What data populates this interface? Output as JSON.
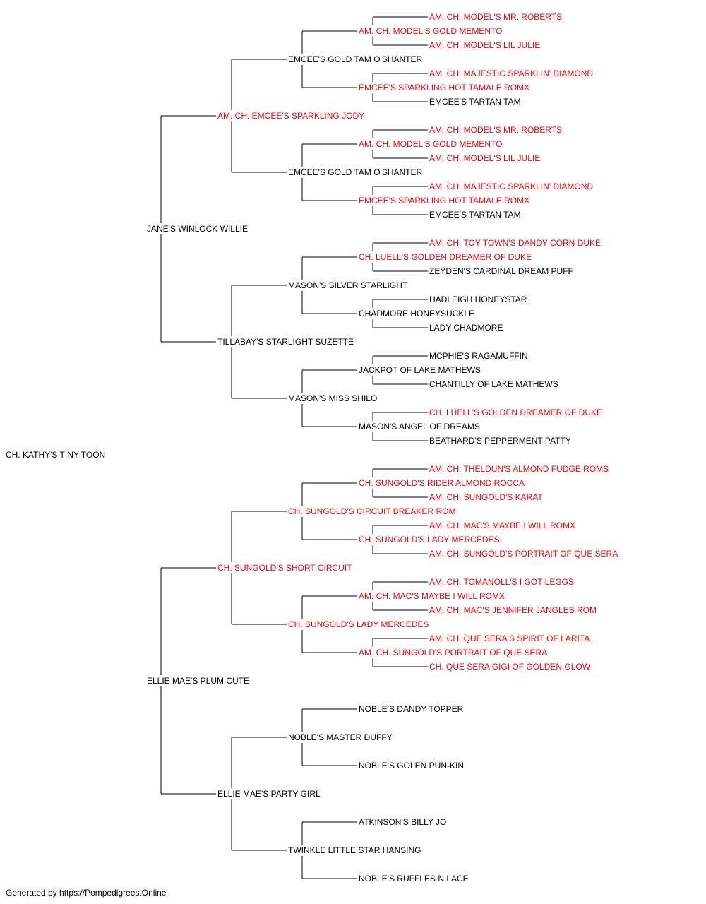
{
  "colors": {
    "champion": "#ff0000",
    "normal": "#000000",
    "line": "#000000"
  },
  "pedigree": {
    "name": "CH. KATHY'S TINY TOON",
    "red": false,
    "sire": {
      "name": "JANE'S WINLOCK WILLIE",
      "red": false,
      "sire": {
        "name": "AM. CH. EMCEE'S SPARKLING JODY",
        "red": true,
        "sire": {
          "name": "EMCEE'S GOLD TAM O'SHANTER",
          "red": false,
          "sire": {
            "name": "AM. CH. MODEL'S GOLD MEMENTO",
            "red": true,
            "sire": {
              "name": "AM. CH. MODEL'S MR. ROBERTS",
              "red": true
            },
            "dam": {
              "name": "AM. CH. MODEL'S LIL JULIE",
              "red": true
            }
          },
          "dam": {
            "name": "EMCEE'S SPARKLING HOT TAMALE ROMX",
            "red": true,
            "sire": {
              "name": "AM. CH. MAJESTIC SPARKLIN' DIAMOND",
              "red": true
            },
            "dam": {
              "name": "EMCEE'S TARTAN TAM",
              "red": false
            }
          }
        },
        "dam": {
          "name": "EMCEE'S GOLD TAM O'SHANTER",
          "red": false,
          "sire": {
            "name": "AM. CH. MODEL'S GOLD MEMENTO",
            "red": true,
            "sire": {
              "name": "AM. CH. MODEL'S MR. ROBERTS",
              "red": true
            },
            "dam": {
              "name": "AM. CH. MODEL'S LIL JULIE",
              "red": true
            }
          },
          "dam": {
            "name": "EMCEE'S SPARKLING HOT TAMALE ROMX",
            "red": true,
            "sire": {
              "name": "AM. CH. MAJESTIC SPARKLIN' DIAMOND",
              "red": true
            },
            "dam": {
              "name": "EMCEE'S TARTAN TAM",
              "red": false
            }
          }
        }
      },
      "dam": {
        "name": "TILLABAY'S STARLIGHT SUZETTE",
        "red": false,
        "sire": {
          "name": "MASON'S SILVER STARLIGHT",
          "red": false,
          "sire": {
            "name": "CH. LUELL'S GOLDEN DREAMER OF DUKE",
            "red": true,
            "sire": {
              "name": "AM. CH. TOY TOWN'S DANDY CORN DUKE",
              "red": true
            },
            "dam": {
              "name": "ZEYDEN'S CARDINAL DREAM PUFF",
              "red": false
            }
          },
          "dam": {
            "name": "CHADMORE HONEYSUCKLE",
            "red": false,
            "sire": {
              "name": "HADLEIGH HONEYSTAR",
              "red": false
            },
            "dam": {
              "name": "LADY CHADMORE",
              "red": false
            }
          }
        },
        "dam": {
          "name": "MASON'S MISS SHILO",
          "red": false,
          "sire": {
            "name": "JACKPOT OF LAKE MATHEWS",
            "red": false,
            "sire": {
              "name": "MCPHIE'S RAGAMUFFIN",
              "red": false
            },
            "dam": {
              "name": "CHANTILLY OF LAKE MATHEWS",
              "red": false
            }
          },
          "dam": {
            "name": "MASON'S ANGEL OF DREAMS",
            "red": false,
            "sire": {
              "name": "CH. LUELL'S GOLDEN DREAMER OF DUKE",
              "red": true
            },
            "dam": {
              "name": "BEATHARD'S PEPPERMENT PATTY",
              "red": false
            }
          }
        }
      }
    },
    "dam": {
      "name": "ELLIE MAE'S PLUM CUTE",
      "red": false,
      "sire": {
        "name": "CH. SUNGOLD'S SHORT CIRCUIT",
        "red": true,
        "sire": {
          "name": "CH. SUNGOLD'S CIRCUIT BREAKER ROM",
          "red": true,
          "sire": {
            "name": "CH. SUNGOLD'S RIDER ALMOND ROCCA",
            "red": true,
            "sire": {
              "name": "AM. CH. THELDUN'S ALMOND FUDGE ROMS",
              "red": true
            },
            "dam": {
              "name": "AM. CH. SUNGOLD'S KARAT",
              "red": true
            }
          },
          "dam": {
            "name": "CH. SUNGOLD'S LADY MERCEDES",
            "red": true,
            "sire": {
              "name": "AM. CH. MAC'S MAYBE I WILL ROMX",
              "red": true
            },
            "dam": {
              "name": "AM. CH. SUNGOLD'S PORTRAIT OF QUE SERA",
              "red": true
            }
          }
        },
        "dam": {
          "name": "CH. SUNGOLD'S LADY MERCEDES",
          "red": true,
          "sire": {
            "name": "AM. CH. MAC'S MAYBE I WILL ROMX",
            "red": true,
            "sire": {
              "name": "AM. CH. TOMANOLL'S I GOT LEGGS",
              "red": true
            },
            "dam": {
              "name": "AM. CH. MAC'S JENNIFER JANGLES ROM",
              "red": true
            }
          },
          "dam": {
            "name": "AM. CH. SUNGOLD'S PORTRAIT OF QUE SERA",
            "red": true,
            "sire": {
              "name": "AM. CH. QUE SERA'S SPIRIT OF LARITA",
              "red": true
            },
            "dam": {
              "name": "CH. QUE SERA GIGI OF GOLDEN GLOW",
              "red": true
            }
          }
        }
      },
      "dam": {
        "name": "ELLIE MAE'S PARTY GIRL",
        "red": false,
        "sire": {
          "name": "NOBLE'S MASTER DUFFY",
          "red": false,
          "sire": {
            "name": "NOBLE'S DANDY TOPPER",
            "red": false
          },
          "dam": {
            "name": "NOBLE'S GOLEN PUN-KIN",
            "red": false
          }
        },
        "dam": {
          "name": "TWINKLE LITTLE STAR HANSING",
          "red": false,
          "sire": {
            "name": "ATKINSON'S BILLY JO",
            "red": false
          },
          "dam": {
            "name": "NOBLE'S RUFFLES N LACE",
            "red": false
          }
        }
      }
    }
  },
  "footer": {
    "text": "Generated by https://Pompedigrees.Online"
  }
}
